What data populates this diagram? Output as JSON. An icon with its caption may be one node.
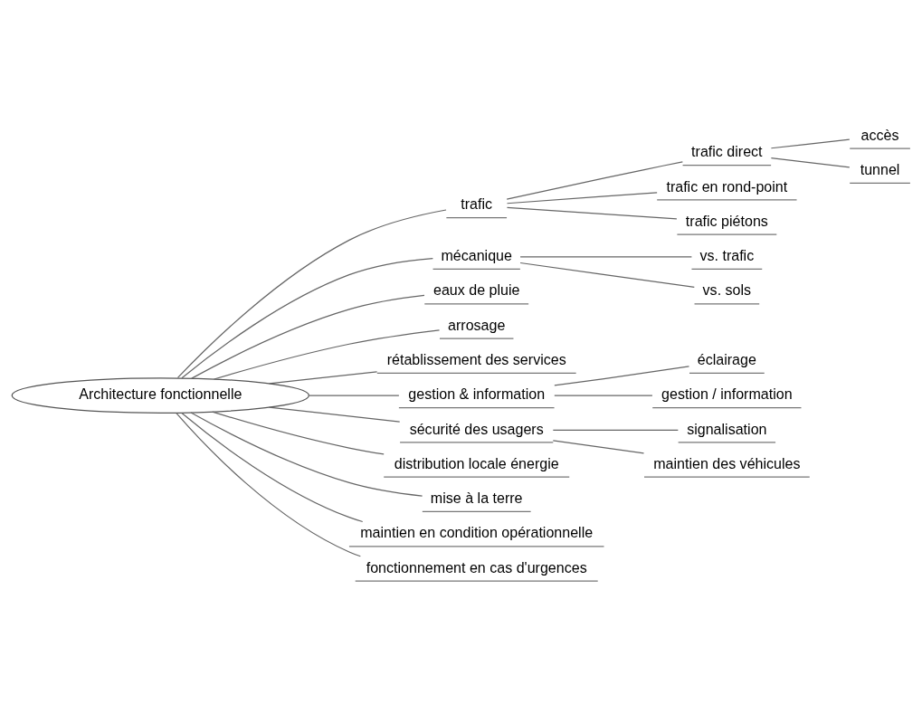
{
  "diagram": {
    "nodes": [
      {
        "text": [
          "Architecture fonctionnelle"
        ]
      },
      {
        "text": [
          "trafic"
        ]
      },
      {
        "text": [
          "trafic direct"
        ]
      },
      {
        "text": [
          "accès"
        ]
      },
      {
        "text": [
          "tunnel"
        ]
      },
      {
        "text": [
          "trafic en rond-point"
        ]
      },
      {
        "text": [
          "trafic piétons"
        ]
      },
      {
        "text": [
          "mécanique"
        ]
      },
      {
        "text": [
          "vs. trafic"
        ]
      },
      {
        "text": [
          "vs. sols"
        ]
      },
      {
        "text": [
          "eaux de pluie"
        ]
      },
      {
        "text": [
          "arrosage"
        ]
      },
      {
        "text": [
          "rétablissement des services"
        ]
      },
      {
        "text": [
          "gestion & information"
        ]
      },
      {
        "text": [
          "éclairage"
        ]
      },
      {
        "text": [
          "gestion / information"
        ]
      },
      {
        "text": [
          "sécurité des usagers"
        ]
      },
      {
        "text": [
          "signalisation"
        ]
      },
      {
        "text": [
          "maintien des véhicules"
        ]
      },
      {
        "text": [
          "distribution locale énergie"
        ]
      },
      {
        "text": [
          "mise à la terre"
        ]
      },
      {
        "text": [
          "maintien en condition opérationnelle"
        ]
      },
      {
        "text": [
          "fonctionnement en cas d'urgences"
        ]
      }
    ],
    "edges": [
      {
        "from": 0,
        "to": 1,
        "arrow": "none"
      },
      {
        "from": 1,
        "to": 2,
        "arrow": "none"
      },
      {
        "from": 2,
        "to": 3,
        "arrow": "none"
      },
      {
        "from": 2,
        "to": 4,
        "arrow": "none"
      },
      {
        "from": 1,
        "to": 5,
        "arrow": "none"
      },
      {
        "from": 1,
        "to": 6,
        "arrow": "none"
      },
      {
        "from": 0,
        "to": 7,
        "arrow": "none"
      },
      {
        "from": 7,
        "to": 8,
        "arrow": "none"
      },
      {
        "from": 7,
        "to": 9,
        "arrow": "none"
      },
      {
        "from": 0,
        "to": 10,
        "arrow": "none"
      },
      {
        "from": 0,
        "to": 11,
        "arrow": "none"
      },
      {
        "from": 0,
        "to": 12,
        "arrow": "none"
      },
      {
        "from": 0,
        "to": 13,
        "arrow": "none"
      },
      {
        "from": 13,
        "to": 14,
        "arrow": "none"
      },
      {
        "from": 13,
        "to": 15,
        "arrow": "none"
      },
      {
        "from": 0,
        "to": 16,
        "arrow": "none"
      },
      {
        "from": 16,
        "to": 17,
        "arrow": "none"
      },
      {
        "from": 16,
        "to": 18,
        "arrow": "none"
      },
      {
        "from": 0,
        "to": 19,
        "arrow": "none"
      },
      {
        "from": 0,
        "to": 20,
        "arrow": "none"
      },
      {
        "from": 0,
        "to": 21,
        "arrow": "none"
      },
      {
        "from": 0,
        "to": 22,
        "arrow": "none"
      }
    ]
  }
}
